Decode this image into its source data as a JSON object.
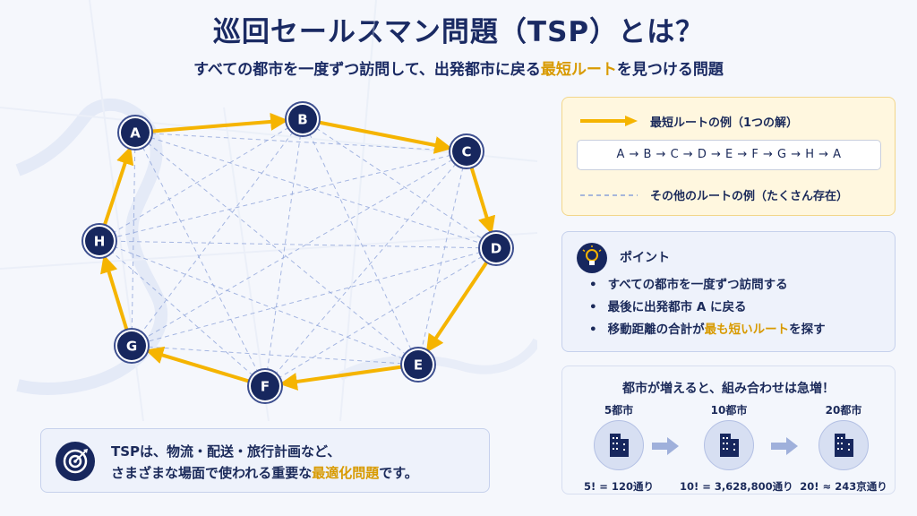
{
  "header": {
    "title": "巡回セールスマン問題（TSP）とは？",
    "subtitle_before": "すべての都市を一度ずつ訪問して、出発都市に戻る",
    "subtitle_highlight": "最短ルート",
    "subtitle_after": "を見つける問題"
  },
  "colors": {
    "navy": "#17275e",
    "route": "#f5b400",
    "highlight": "#d89a00",
    "other_route": "#8aa0d8"
  },
  "diagram": {
    "cities": [
      "A",
      "B",
      "C",
      "D",
      "E",
      "F",
      "G",
      "H"
    ],
    "shortest_route": [
      "A",
      "B",
      "C",
      "D",
      "E",
      "F",
      "G",
      "H",
      "A"
    ],
    "other_routes": [
      [
        "A",
        "C"
      ],
      [
        "A",
        "D"
      ],
      [
        "A",
        "E"
      ],
      [
        "A",
        "F"
      ],
      [
        "A",
        "G"
      ],
      [
        "B",
        "D"
      ],
      [
        "B",
        "E"
      ],
      [
        "B",
        "F"
      ],
      [
        "B",
        "G"
      ],
      [
        "B",
        "H"
      ],
      [
        "C",
        "E"
      ],
      [
        "C",
        "F"
      ],
      [
        "C",
        "G"
      ],
      [
        "C",
        "H"
      ],
      [
        "D",
        "F"
      ],
      [
        "D",
        "G"
      ],
      [
        "D",
        "H"
      ],
      [
        "E",
        "G"
      ],
      [
        "E",
        "H"
      ],
      [
        "F",
        "H"
      ]
    ]
  },
  "legend": {
    "shortest_label": "最短ルートの例（1つの解）",
    "route_text": "A → B → C → D → E → F → G → H → A",
    "other_label": "その他のルートの例（たくさん存在）"
  },
  "points": {
    "title": "ポイント",
    "icon": "lightbulb-icon",
    "item1": "すべての都市を一度ずつ訪問する",
    "item2": "最後に出発都市 A に戻る",
    "item3_before": "移動距離の合計が",
    "item3_highlight": "最も短いルート",
    "item3_after": "を探す"
  },
  "growth": {
    "title": "都市が増えると、組み合わせは急増！",
    "icon": "city-buildings-icon",
    "items": [
      {
        "label": "5都市",
        "count": "5! = 120通り"
      },
      {
        "label": "10都市",
        "count": "10! = 3,628,800通り"
      },
      {
        "label": "20都市",
        "count": "20! ≈ 243京通り"
      }
    ]
  },
  "note": {
    "icon": "target-icon",
    "line1": "TSPは、物流・配送・旅行計画など、",
    "line2_before": "さまざまな場面で使われる重要な",
    "line2_highlight": "最適化問題",
    "line2_after": "です。"
  }
}
